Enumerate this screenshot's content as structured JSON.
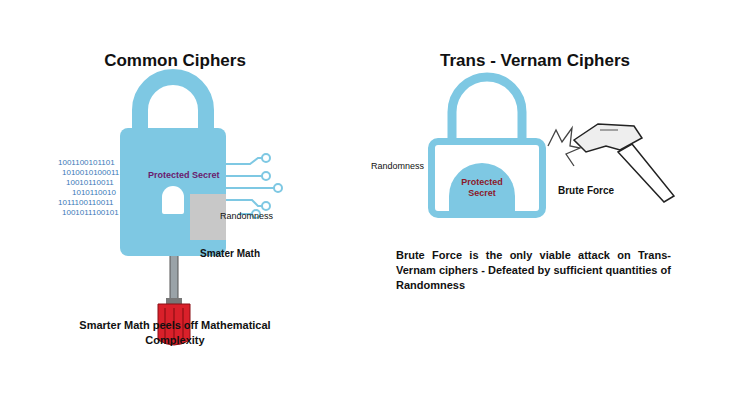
{
  "diagram": {
    "nodes": [
      {
        "text": [
          "Protected Secret"
        ]
      },
      {
        "text": [
          "Randomness"
        ],
        "in": 0
      },
      {
        "text": [
          "Randomness"
        ]
      },
      {
        "text": [
          "Protected Secret"
        ],
        "in": 2
      }
    ],
    "labels": [
      "Common Ciphers",
      "Trans - Vernam Ciphers",
      "1001100101101",
      "1010010100011",
      "10010110011",
      "1010110010",
      "1011100110011",
      "1001011100101",
      "Smater Math",
      "Smarter Math peels off Mathematical Complexity",
      "Brute Force",
      "Brute Force is the only viable attack on Trans-Vernam ciphers - Defeated by sufficient quantities of Randomness"
    ]
  }
}
